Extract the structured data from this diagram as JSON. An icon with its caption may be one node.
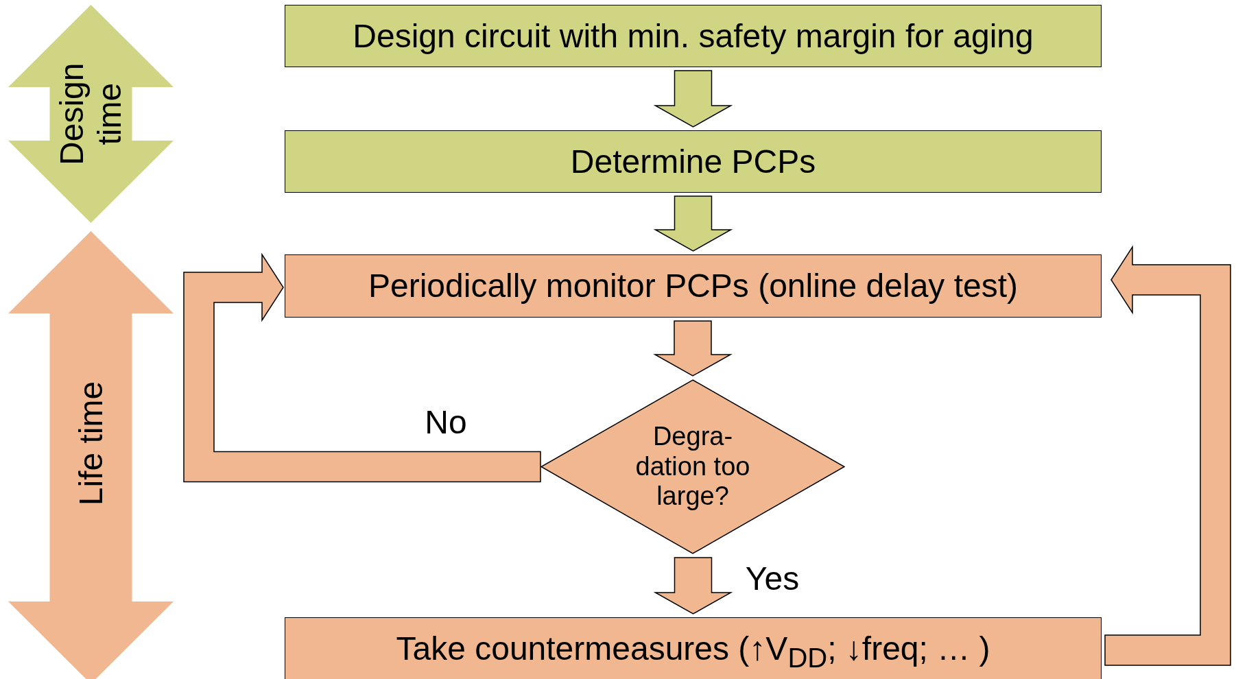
{
  "diagram": {
    "nodes": [
      {
        "text": [
          "Design circuit with min. safety margin for aging"
        ]
      },
      {
        "text": [
          "Determine PCPs"
        ]
      },
      {
        "text": [
          "Periodically monitor PCPs (online delay test)"
        ]
      },
      {
        "text": [
          "Degra- dation too large?"
        ]
      },
      {
        "text": [
          "Take countermeasures (↑V$_{DD}$; ↓freq; … )"
        ]
      },
      {
        "text": [
          "Design time"
        ]
      },
      {
        "text": [
          "Life time"
        ]
      }
    ],
    "edges": [
      {
        "from": 0,
        "to": 1,
        "arrow": "to",
        "color": "#d0d583"
      },
      {
        "from": 1,
        "to": 2,
        "arrow": "to",
        "color": "#d0d583"
      },
      {
        "from": 2,
        "to": 3,
        "arrow": "to"
      },
      {
        "from": 3,
        "to": 4,
        "arrow": "to",
        "label": "Yes"
      },
      {
        "from": 3,
        "to": 2,
        "arrow": "to",
        "label": "No"
      },
      {
        "from": 4,
        "to": 2,
        "arrow": "to"
      }
    ]
  }
}
